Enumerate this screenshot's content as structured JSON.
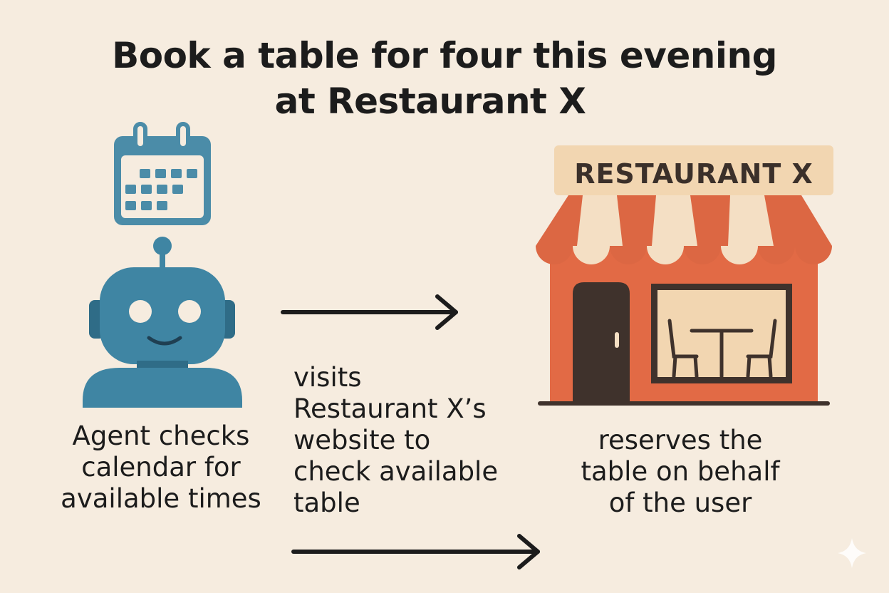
{
  "title": {
    "line1": "Book a table for four this evening",
    "line2": "at Restaurant X"
  },
  "sign": "RESTAURANT X",
  "steps": {
    "agent": [
      "Agent checks",
      "calendar for",
      "available times"
    ],
    "visit": [
      "visits",
      "Restaurant X’s",
      "website to",
      "check available",
      "table"
    ],
    "reserve": [
      "reserves the",
      "table on behalf",
      "of the user"
    ]
  },
  "colors": {
    "background": "#f6ecdf",
    "robot": "#3f85a3",
    "awning_red": "#dc6743",
    "awning_cream": "#f4dfc4",
    "building": "#e26a45",
    "door": "#3f322c"
  },
  "icons": [
    "calendar-icon",
    "robot-icon",
    "restaurant-icon",
    "arrow-right-icon",
    "sparkle-icon"
  ]
}
